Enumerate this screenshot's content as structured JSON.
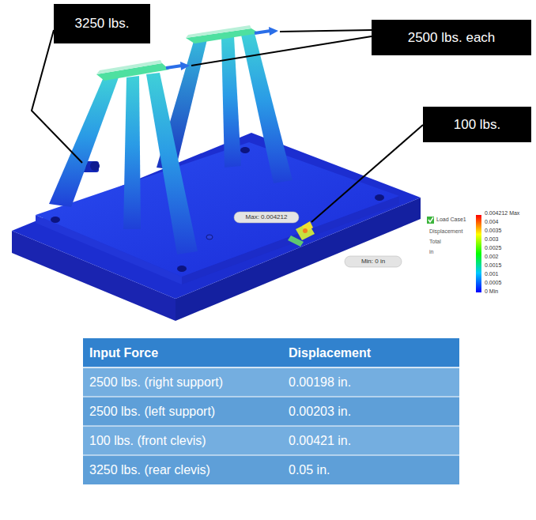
{
  "diagram": {
    "nodes": [
      {
        "text": [
          "3250 lbs."
        ]
      },
      {
        "text": [
          "2500 lbs. each"
        ]
      },
      {
        "text": [
          "100 lbs."
        ]
      }
    ],
    "labels": [
      "Max: 0.004212",
      "Min: 0 in",
      "Load Case1",
      "Displacement",
      "Total",
      "in",
      "0.004212 Max",
      "0.004",
      "0.0035",
      "0.003",
      "0.0025",
      "0.002",
      "0.0015",
      "0.001",
      "0.0005",
      "0 Min",
      "Input Force",
      "Displacement",
      "2500 lbs. (right support)",
      "0.00198 in.",
      "2500 lbs. (left support)",
      "0.00203 in.",
      "100 lbs. (front clevis)",
      "0.00421 in.",
      "3250 lbs. (rear clevis)",
      "0.05 in."
    ]
  }
}
